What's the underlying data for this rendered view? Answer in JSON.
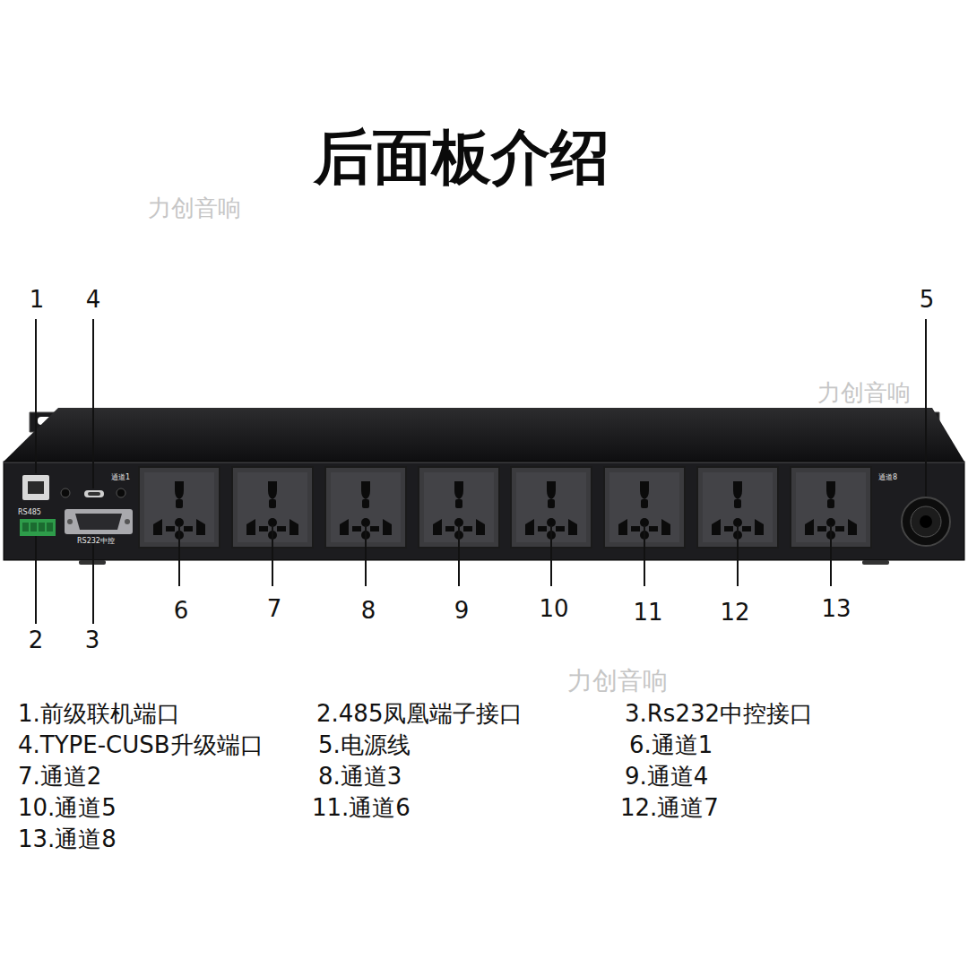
{
  "diagram": {
    "title": "后面板介绍",
    "labels": [
      "力创音响",
      "1",
      "4",
      "5",
      "力创音响",
      "RS485",
      "RS232中控",
      "通道1",
      "通道8",
      "6",
      "7",
      "8",
      "9",
      "10",
      "11",
      "12",
      "13",
      "2",
      "3",
      "1.前级联机端口",
      "2.485凤凰端子接口",
      "3.Rs232中控接口",
      "4.TYPE-CUSB升级端口",
      "5.电源线",
      "6.通道1",
      "7.通道2",
      "8.通道3",
      "9.通道4",
      "10.通道5",
      "11.通道6",
      "12.通道7",
      "13.通道8",
      "力创音响"
    ]
  }
}
